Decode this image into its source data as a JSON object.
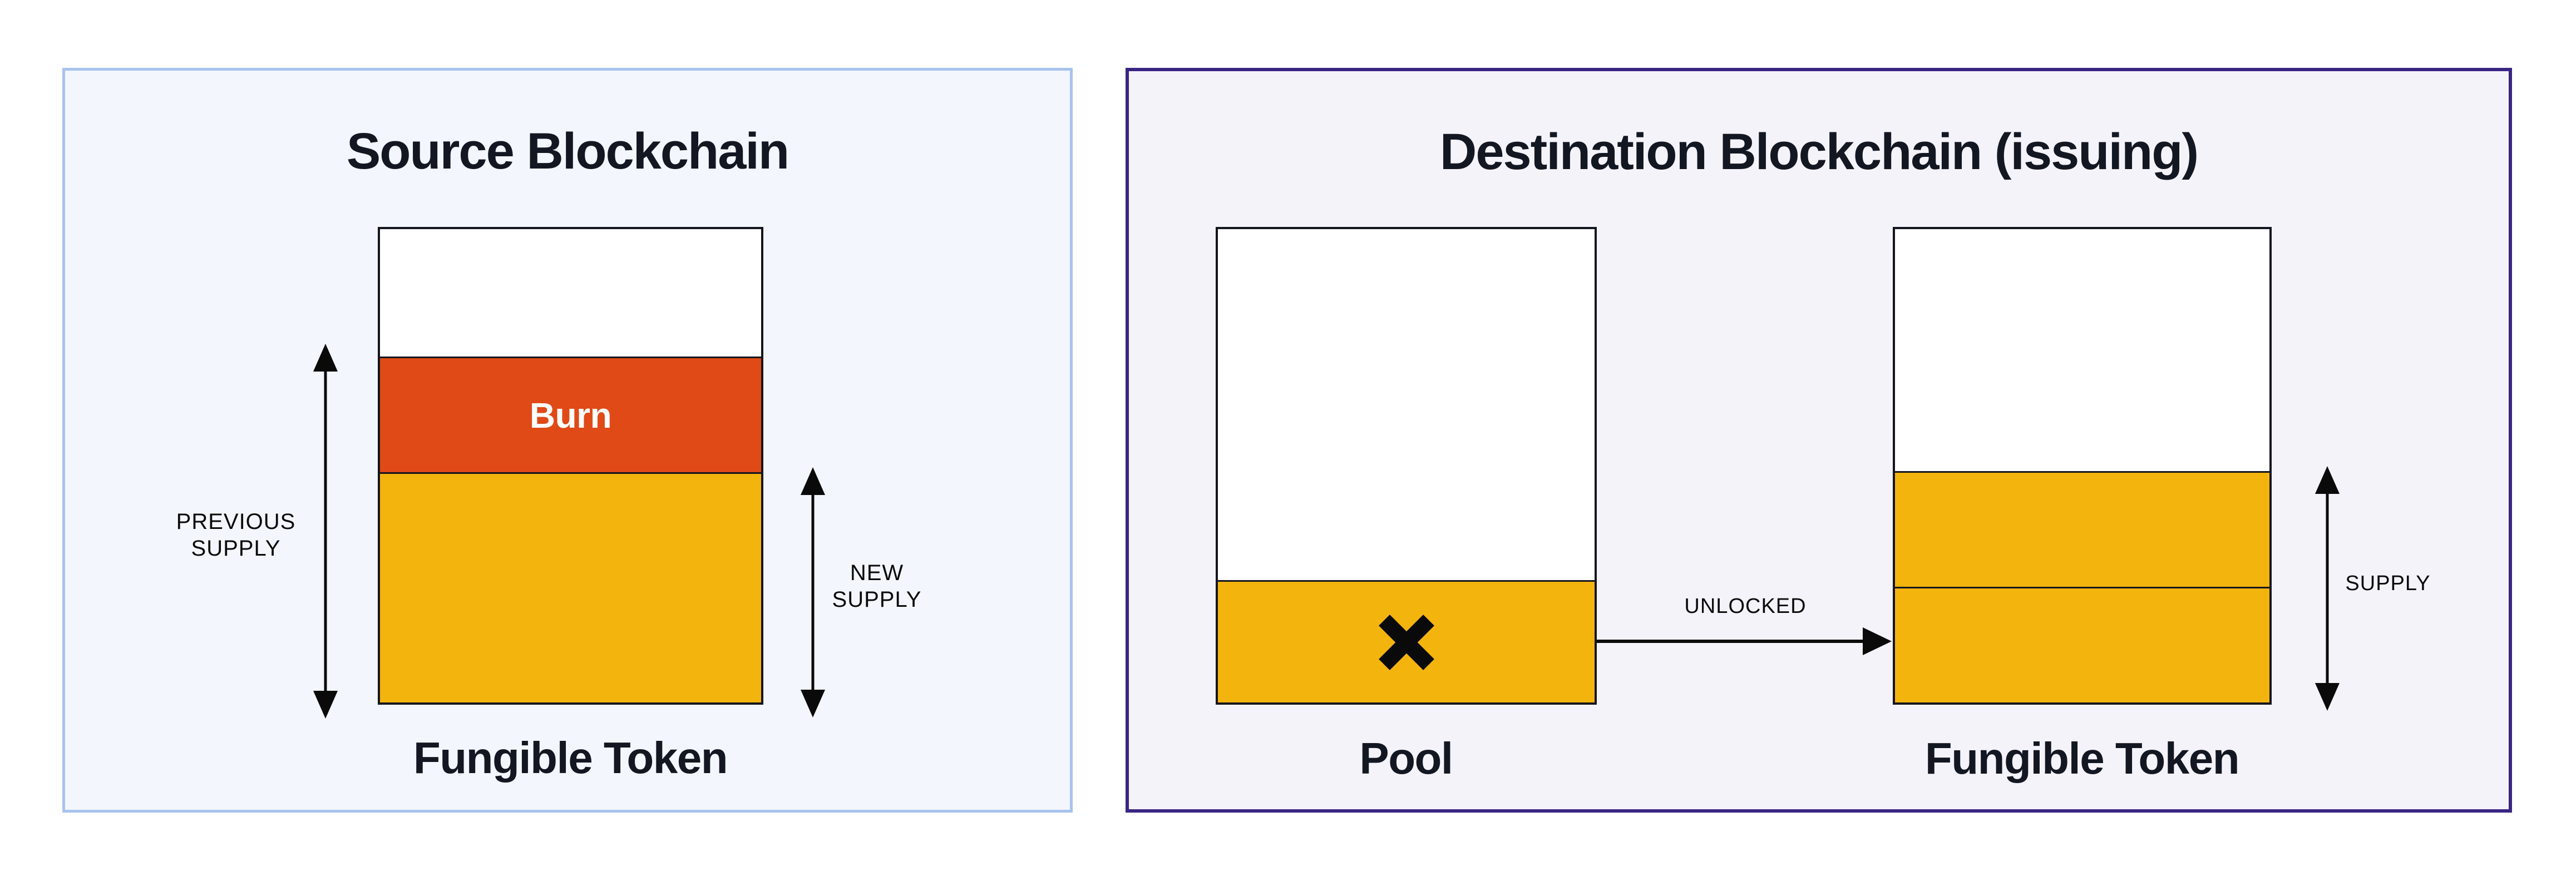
{
  "source_panel": {
    "title": "Source Blockchain",
    "bar_label": "Fungible Token",
    "burn_label": "Burn",
    "previous_supply_label": "PREVIOUS\nSUPPLY",
    "new_supply_label": "NEW\nSUPPLY"
  },
  "destination_panel": {
    "title": "Destination Blockchain (issuing)",
    "pool_label": "Pool",
    "token_label": "Fungible Token",
    "unlocked_label": "UNLOCKED",
    "supply_label": "SUPPLY"
  },
  "colors": {
    "burn": "#DF4A17",
    "token": "#F4B40E",
    "source_border": "#A8C3EF",
    "source_bg": "#F3F6FC",
    "dest_border": "#3A2583",
    "dest_bg": "#F5F3FA",
    "outline": "#14161F",
    "text_dark": "#131722",
    "label_black": "#0A0A0A"
  }
}
